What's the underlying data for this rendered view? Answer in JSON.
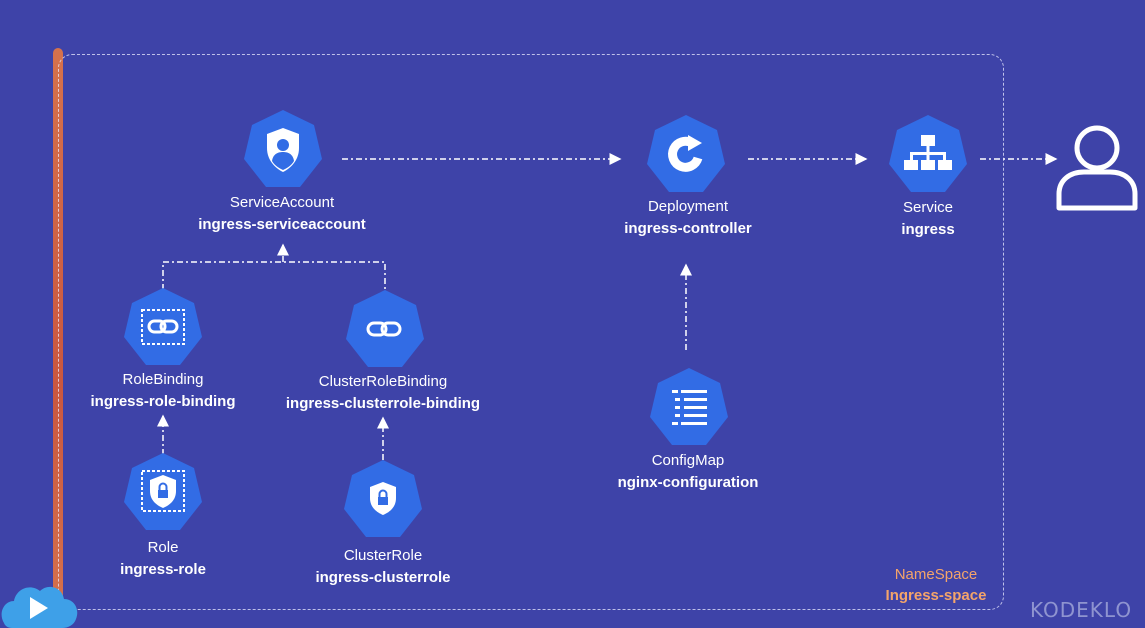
{
  "namespace": {
    "kind": "NameSpace",
    "name": "Ingress-space"
  },
  "nodes": {
    "service_account": {
      "kind": "ServiceAccount",
      "name": "ingress-serviceaccount",
      "icon": "service-account-icon"
    },
    "role_binding": {
      "kind": "RoleBinding",
      "name": "ingress-role-binding",
      "icon": "link-icon"
    },
    "cluster_role_binding": {
      "kind": "ClusterRoleBinding",
      "name": "ingress-clusterrole-binding",
      "icon": "link-icon"
    },
    "role": {
      "kind": "Role",
      "name": "ingress-role",
      "icon": "lock-icon"
    },
    "cluster_role": {
      "kind": "ClusterRole",
      "name": "ingress-clusterrole",
      "icon": "lock-icon"
    },
    "deployment": {
      "kind": "Deployment",
      "name": "ingress-controller",
      "icon": "deployment-icon"
    },
    "service": {
      "kind": "Service",
      "name": "ingress",
      "icon": "network-icon"
    },
    "config_map": {
      "kind": "ConfigMap",
      "name": "nginx-configuration",
      "icon": "config-list-icon"
    }
  },
  "brand": "KODEKLO",
  "colors": {
    "background": "#3e43a8",
    "node": "#326ce5",
    "namespace_label": "#f4a46a",
    "accent": "#e25a2d"
  }
}
